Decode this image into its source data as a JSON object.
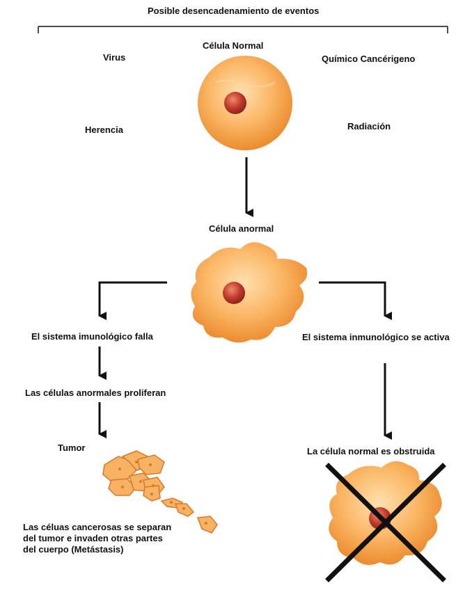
{
  "header": {
    "title": "Posible desencadenamiento de eventos"
  },
  "causes": {
    "virus": "Virus",
    "chemical": "Químico Cancérigeno",
    "heredity": "Herencia",
    "radiation": "Radiación"
  },
  "normal_cell": {
    "label": "Célula Normal"
  },
  "abnormal_cell": {
    "label": "Célula anormal"
  },
  "left_branch": {
    "immune_fails": "El sistema imunológico falla",
    "proliferate": "Las células anormales proliferan",
    "tumor": "Tumor",
    "metastasis": "Las céluas cancerosas se separan del tumor e invaden otras partes del cuerpo (Metástasis)"
  },
  "right_branch": {
    "immune_activates": "El sistema inmunológico se activa",
    "blocked": "La célula normal es obstruida"
  },
  "colors": {
    "cell_light": "#ffd7a0",
    "cell_mid": "#f9a94f",
    "cell_dark": "#e8882d",
    "nucleus": "#c0392b",
    "line": "#111111"
  }
}
